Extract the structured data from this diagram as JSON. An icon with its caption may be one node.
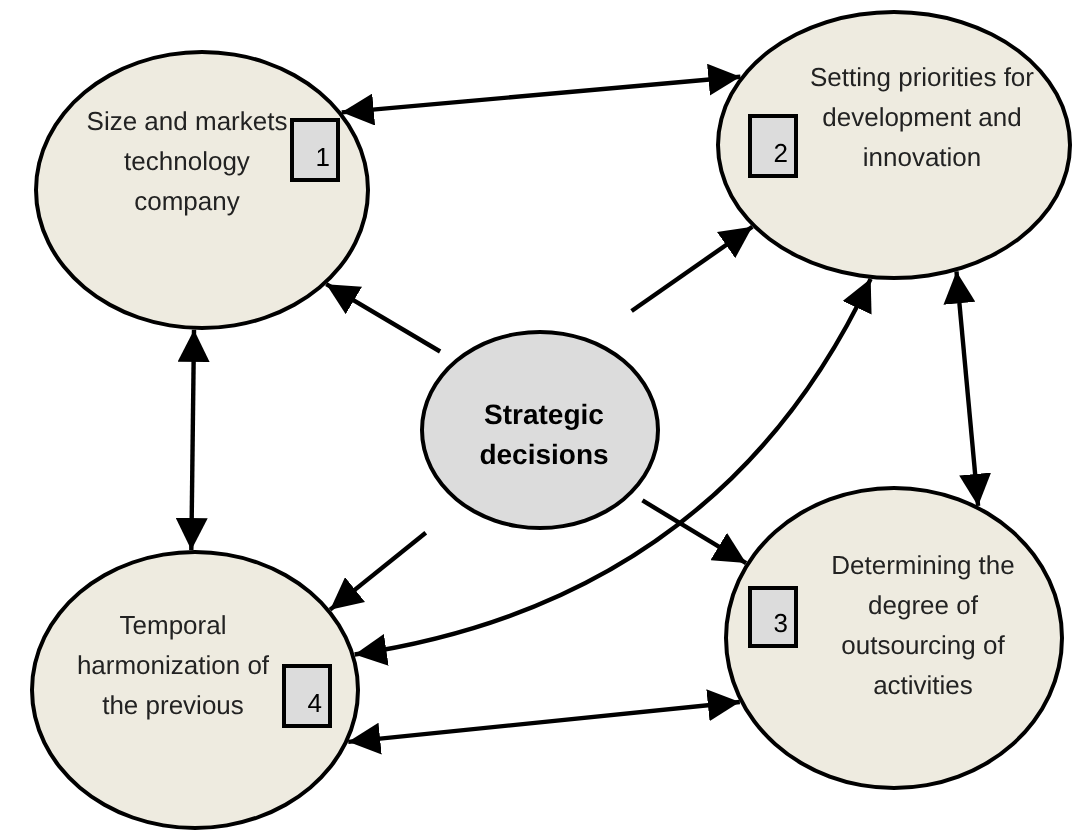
{
  "diagram": {
    "nodes": [
      {
        "text": [
          "Size and markets technology company"
        ]
      },
      {
        "text": [
          "1"
        ],
        "in": 0
      },
      {
        "text": [
          "Setting priorities for development and innovation"
        ]
      },
      {
        "text": [
          "2"
        ],
        "in": 2
      },
      {
        "text": [
          "Strategic decisions"
        ]
      },
      {
        "text": [
          "Determining the degree of outsourcing of activities"
        ]
      },
      {
        "text": [
          "3"
        ],
        "in": 5
      },
      {
        "text": [
          "Temporal harmonization of the previous"
        ]
      },
      {
        "text": [
          "4"
        ],
        "in": 7
      }
    ],
    "edges": [
      {
        "from": 0,
        "to": 2,
        "arrow": "both"
      },
      {
        "from": 4,
        "to": 0,
        "arrow": "to"
      },
      {
        "from": 4,
        "to": 2,
        "arrow": "to"
      },
      {
        "from": 0,
        "to": 7,
        "arrow": "both"
      },
      {
        "from": 2,
        "to": 5,
        "arrow": "both"
      },
      {
        "from": 4,
        "to": 7,
        "arrow": "to"
      },
      {
        "from": 4,
        "to": 5,
        "arrow": "to"
      },
      {
        "from": 7,
        "to": 2,
        "arrow": "both"
      },
      {
        "from": 7,
        "to": 5,
        "arrow": "both"
      }
    ]
  }
}
